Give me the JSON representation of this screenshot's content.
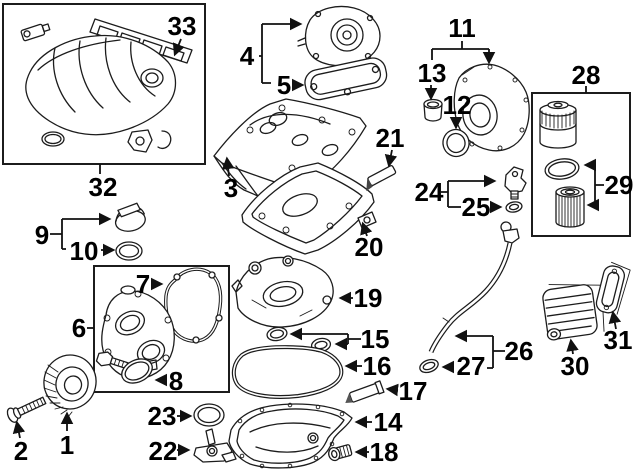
{
  "figure": {
    "type": "exploded-parts-diagram",
    "background": "#ffffff",
    "line_color": "#1c1c1c",
    "label_color": "#000000",
    "box_stroke": "#1c1c1c",
    "sealant_fill": "#e2e2e2"
  },
  "callouts": [
    {
      "label": "1"
    },
    {
      "label": "2"
    },
    {
      "label": "3"
    },
    {
      "label": "4"
    },
    {
      "label": "5"
    },
    {
      "label": "6"
    },
    {
      "label": "7"
    },
    {
      "label": "8"
    },
    {
      "label": "9"
    },
    {
      "label": "10"
    },
    {
      "label": "11"
    },
    {
      "label": "12"
    },
    {
      "label": "13"
    },
    {
      "label": "14"
    },
    {
      "label": "15"
    },
    {
      "label": "16"
    },
    {
      "label": "17"
    },
    {
      "label": "18"
    },
    {
      "label": "19"
    },
    {
      "label": "20"
    },
    {
      "label": "21"
    },
    {
      "label": "22"
    },
    {
      "label": "23"
    },
    {
      "label": "24"
    },
    {
      "label": "25"
    },
    {
      "label": "26"
    },
    {
      "label": "27"
    },
    {
      "label": "28"
    },
    {
      "label": "29"
    },
    {
      "label": "30"
    },
    {
      "label": "31"
    },
    {
      "label": "32"
    },
    {
      "label": "33"
    }
  ]
}
